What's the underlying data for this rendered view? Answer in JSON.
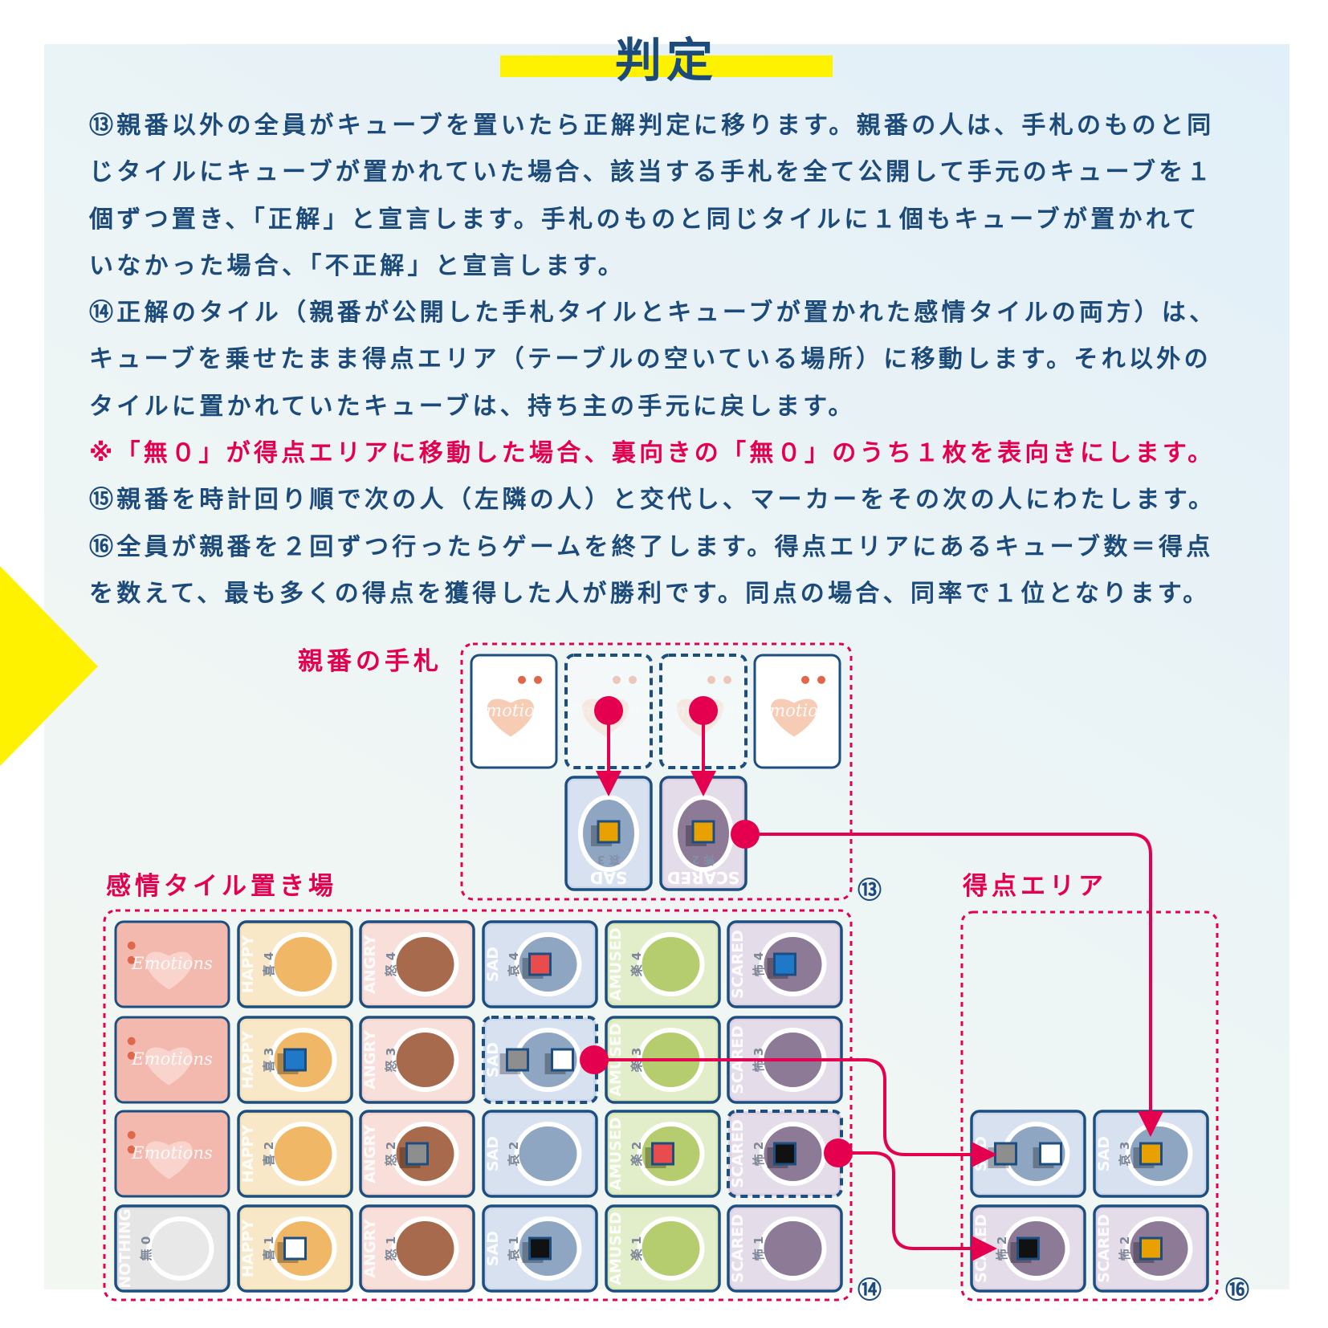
{
  "title": "判定",
  "rules": {
    "lines": [
      "⑬親番以外の全員がキューブを置いたら正解判定に移ります。親番の人は、手札のものと同",
      "じタイルにキューブが置かれていた場合、該当する手札を全て公開して手元のキューブを１",
      "個ずつ置き、「正解」と宣言します。手札のものと同じタイルに１個もキューブが置かれて",
      "いなかった場合、「不正解」と宣言します。",
      "⑭正解のタイル（親番が公開した手札タイルとキューブが置かれた感情タイルの両方）は、",
      "キューブを乗せたまま得点エリア（テーブルの空いている場所）に移動します。それ以外の",
      "タイルに置かれていたキューブは、持ち主の手元に戻します。",
      "※「無０」が得点エリアに移動した場合、裏向きの「無０」のうち１枚を表向きにします。",
      "⑮親番を時計回り順で次の人（左隣の人）と交代し、マーカーをその次の人にわたします。",
      "⑯全員が親番を２回ずつ行ったらゲームを終了します。得点エリアにあるキューブ数＝得点",
      "を数えて、最も多くの得点を獲得した人が勝利です。同点の場合、同率で１位となります。"
    ]
  },
  "labels": {
    "hand": "親番の手札",
    "grid": "感情タイル置き場",
    "score": "得点エリア"
  },
  "markers": {
    "step13": "⑬",
    "step14": "⑭",
    "step16": "⑯"
  },
  "card_back_logo": "Emotions",
  "tile_types": {
    "back": {
      "en": "",
      "kanji": "",
      "color": "#f3b9ae"
    },
    "happy": {
      "en": "HAPPY",
      "kanji": "喜",
      "color": "#f6e1b6"
    },
    "angry": {
      "en": "ANGRY",
      "kanji": "怒",
      "color": "#f6d4cc"
    },
    "sad": {
      "en": "SAD",
      "kanji": "哀",
      "color": "#cbd7eb"
    },
    "amused": {
      "en": "AMUSED",
      "kanji": "楽",
      "color": "#d9e7b9"
    },
    "scared": {
      "en": "SCARED",
      "kanji": "怖",
      "color": "#ddd0e2"
    },
    "nothing": {
      "en": "NOTHING",
      "kanji": "無",
      "color": "#dcdcdc"
    }
  },
  "cube_colors": {
    "orange": "#e8a100",
    "blue": "#1f78c8",
    "red": "#e84c4c",
    "gray": "#8e8e8e",
    "white": "#ffffff",
    "black": "#111111"
  },
  "colors": {
    "navy": "#1d4e80",
    "accent": "#e4004f",
    "highlight": "#fff200"
  },
  "hand": {
    "cards": [
      {
        "selected": false
      },
      {
        "selected": true
      },
      {
        "selected": true
      },
      {
        "selected": false
      }
    ],
    "revealed": [
      {
        "type": "sad",
        "num": 3,
        "cubes": [
          "orange"
        ]
      },
      {
        "type": "scared",
        "num": 2,
        "cubes": [
          "orange"
        ]
      }
    ]
  },
  "grid": [
    [
      {
        "type": "back"
      },
      {
        "type": "happy",
        "num": 4
      },
      {
        "type": "angry",
        "num": 4
      },
      {
        "type": "sad",
        "num": 4,
        "cubes": [
          "red"
        ]
      },
      {
        "type": "amused",
        "num": 4
      },
      {
        "type": "scared",
        "num": 4,
        "cubes": [
          "blue"
        ]
      }
    ],
    [
      {
        "type": "back"
      },
      {
        "type": "happy",
        "num": 3,
        "cubes": [
          "blue"
        ]
      },
      {
        "type": "angry",
        "num": 3
      },
      {
        "type": "sad",
        "num": 3,
        "cubes": [
          "gray",
          "white"
        ],
        "selected": true
      },
      {
        "type": "amused",
        "num": 3
      },
      {
        "type": "scared",
        "num": 3
      }
    ],
    [
      {
        "type": "back"
      },
      {
        "type": "happy",
        "num": 2
      },
      {
        "type": "angry",
        "num": 2,
        "cubes": [
          "gray"
        ]
      },
      {
        "type": "sad",
        "num": 2
      },
      {
        "type": "amused",
        "num": 2,
        "cubes": [
          "red"
        ]
      },
      {
        "type": "scared",
        "num": 2,
        "cubes": [
          "black"
        ],
        "selected": true
      }
    ],
    [
      {
        "type": "nothing",
        "num": 0
      },
      {
        "type": "happy",
        "num": 1,
        "cubes": [
          "white"
        ]
      },
      {
        "type": "angry",
        "num": 1
      },
      {
        "type": "sad",
        "num": 1,
        "cubes": [
          "black"
        ]
      },
      {
        "type": "amused",
        "num": 1
      },
      {
        "type": "scared",
        "num": 1
      }
    ]
  ],
  "score_area": [
    [
      {
        "type": "sad",
        "num": 3,
        "cubes": [
          "gray",
          "white"
        ]
      },
      {
        "type": "sad",
        "num": 3,
        "cubes": [
          "orange"
        ]
      }
    ],
    [
      {
        "type": "scared",
        "num": 2,
        "cubes": [
          "black"
        ]
      },
      {
        "type": "scared",
        "num": 2,
        "cubes": [
          "orange"
        ]
      }
    ]
  ]
}
